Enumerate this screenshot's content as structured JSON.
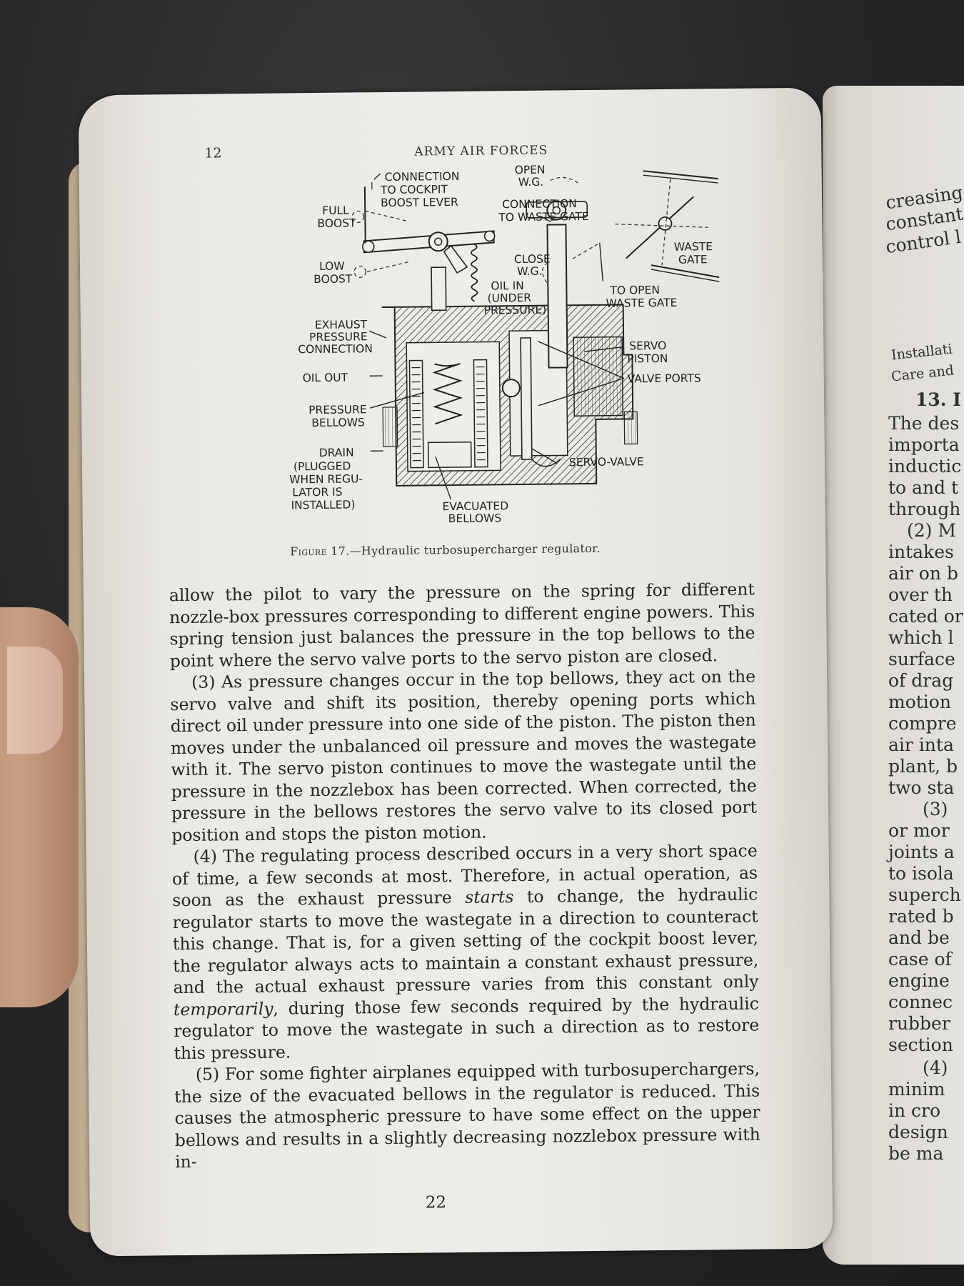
{
  "header": {
    "page_number": "12",
    "running_head": "ARMY AIR FORCES"
  },
  "figure": {
    "labels": {
      "connection_cockpit_1": "CONNECTION",
      "connection_cockpit_2": "TO COCKPIT",
      "connection_cockpit_3": "BOOST LEVER",
      "full_boost_1": "FULL",
      "full_boost_2": "BOOST",
      "open_wg_1": "OPEN",
      "open_wg_2": "W.G.",
      "conn_waste_1": "CONNECTION",
      "conn_waste_2": "TO WASTE GATE",
      "waste_gate_1": "WASTE",
      "waste_gate_2": "GATE",
      "low_boost_1": "LOW",
      "low_boost_2": "BOOST",
      "close_wg_1": "CLOSE",
      "close_wg_2": "W.G.",
      "oil_in_1": "OIL IN",
      "oil_in_2": "(UNDER",
      "oil_in_3": "PRESSURE)",
      "to_open_1": "TO OPEN",
      "to_open_2": "WASTE GATE",
      "exhaust_1": "EXHAUST",
      "exhaust_2": "PRESSURE",
      "exhaust_3": "CONNECTION",
      "servo_piston_1": "SERVO",
      "servo_piston_2": "PISTON",
      "oil_out": "OIL OUT",
      "valve_ports": "VALVE PORTS",
      "pressure_bellows_1": "PRESSURE",
      "pressure_bellows_2": "BELLOWS",
      "drain": "DRAIN",
      "plugged_1": "(PLUGGED",
      "plugged_2": "WHEN REGU-",
      "plugged_3": "LATOR IS",
      "plugged_4": "INSTALLED)",
      "servo_valve": "SERVO-VALVE",
      "evacuated_1": "EVACUATED",
      "evacuated_2": "BELLOWS"
    },
    "caption_label": "Figure 17.",
    "caption_text": "—Hydraulic turbosupercharger regulator."
  },
  "body": {
    "p1": "allow the pilot to vary the pressure on the spring for different nozzle-box pressures corresponding to different engine powers. This spring tension just balances the pressure in the top bellows to the point where the servo valve ports to the servo piston are closed.",
    "p2": "(3) As pressure changes occur in the top bellows, they act on the servo valve and shift its position, thereby opening ports which direct oil under pressure into one side of the piston. The piston then moves under the unbalanced oil pressure and moves the wastegate with it. The servo piston continues to move the wastegate until the pressure in the nozzlebox has been corrected. When corrected, the pressure in the bellows restores the servo valve to its closed port position and stops the piston motion.",
    "p3_a": "(4) The regulating process described occurs in a very short space of time, a few seconds at most. Therefore, in actual operation, as soon as the exhaust pressure ",
    "p3_em1": "starts",
    "p3_b": " to change, the hydraulic regulator starts to move the wastegate in a direction to counteract this change. That is, for a given setting of the cockpit boost lever, the regulator always acts to maintain a constant exhaust pressure, and the actual exhaust pressure varies from this constant only ",
    "p3_em2": "temporarily",
    "p3_c": ", during those few seconds required by the hydraulic regulator to move the wastegate in such a direction as to restore this pressure.",
    "p4": "(5) For some fighter airplanes equipped with turbosuperchargers, the size of the evacuated bellows in the regulator is reduced. This causes the atmospheric pressure to have some effect on the upper bellows and results in a slightly decreasing nozzlebox pressure with in-"
  },
  "footer": {
    "page_number": "22"
  },
  "facing_page": {
    "lines": [
      "creasing",
      "constant",
      "control l",
      "Installati",
      "Care and",
      "13. I",
      "The des",
      "importa",
      "inductic",
      "to and t",
      "through",
      "(2) M",
      "intakes",
      "air on b",
      "over th",
      "cated or",
      "which l",
      "surface",
      "of drag",
      "motion",
      "compre",
      "air inta",
      "plant, b",
      "two sta",
      "(3)",
      "or mor",
      "joints a",
      "to isola",
      "superch",
      "rated b",
      "and be",
      "case of",
      "engine",
      "connec",
      "rubber",
      "section",
      "(4)",
      "minim",
      "in cro",
      "design",
      "be ma"
    ]
  }
}
